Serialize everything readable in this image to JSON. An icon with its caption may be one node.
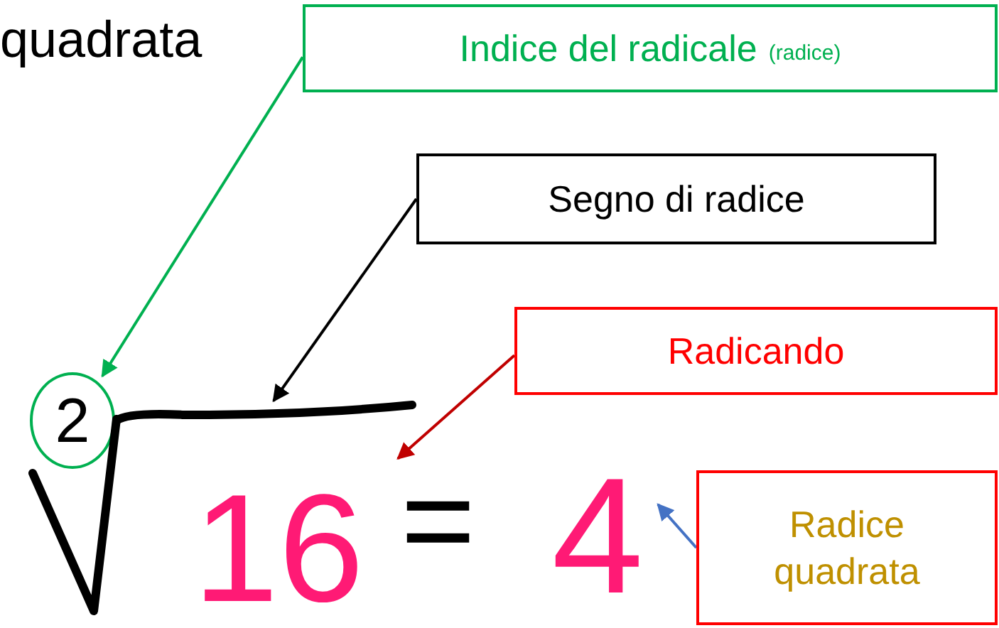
{
  "diagram": {
    "nodes": [
      {
        "text": [
          "Indice del radicale",
          "(radice)"
        ]
      },
      {
        "text": [
          "Segno di radice"
        ]
      },
      {
        "text": [
          "Radicando"
        ]
      },
      {
        "text": [
          "Radice quadrata"
        ]
      },
      {
        "text": [
          "2"
        ]
      },
      {
        "text": [],
        "shape": "picture"
      },
      {
        "text": [
          "16"
        ]
      },
      {
        "text": [
          "4"
        ]
      }
    ],
    "edges": [
      {
        "from": 0,
        "to": 4,
        "arrow": "to",
        "color": "#00b050"
      },
      {
        "from": 1,
        "to": 5,
        "arrow": "to",
        "color": "#000000"
      },
      {
        "from": 2,
        "to": 6,
        "arrow": "to",
        "color": "#c00000"
      },
      {
        "from": 3,
        "to": 7,
        "arrow": "to",
        "color": "#4472c4"
      }
    ],
    "labels": [
      "quadrata",
      "="
    ]
  }
}
